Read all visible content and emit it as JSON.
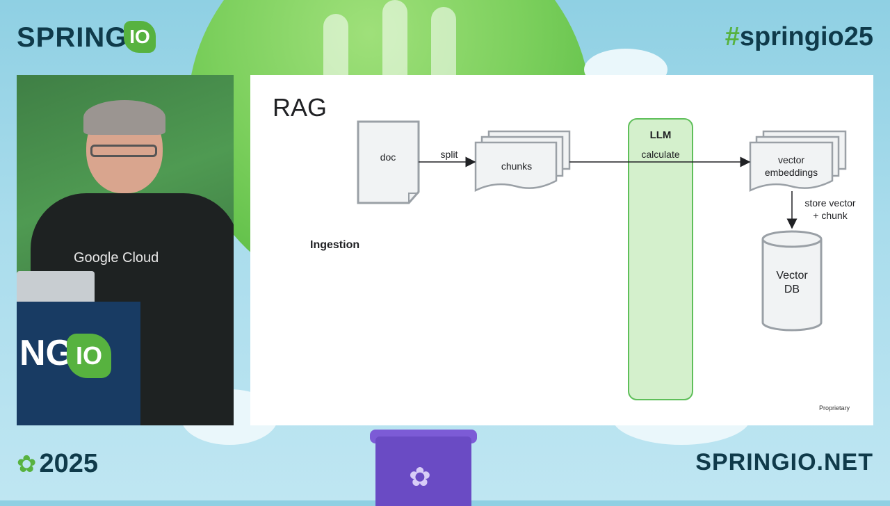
{
  "header": {
    "brand_text": "SPRING",
    "brand_badge": "IO",
    "hashtag_symbol": "#",
    "hashtag_text": "springio25"
  },
  "footer": {
    "year": "2025",
    "site": "SPRINGIO.NET"
  },
  "speaker": {
    "shirt_text": "Google Cloud",
    "lectern_text": "NG",
    "lectern_badge": "IO"
  },
  "slide": {
    "title": "RAG",
    "section_label": "Ingestion",
    "nodes": {
      "doc": "doc",
      "chunks": "chunks",
      "llm_title": "LLM",
      "llm_sub": "calculate",
      "vector_embeddings_1": "vector",
      "vector_embeddings_2": "embeddings",
      "vector_db_1": "Vector",
      "vector_db_2": "DB"
    },
    "edges": {
      "split": "split",
      "store_1": "store vector",
      "store_2": "+ chunk"
    },
    "footer_note": "Proprietary"
  },
  "colors": {
    "brand_green": "#57b23f",
    "navy": "#0f3a4a",
    "llm_fill": "#d4f0cc",
    "llm_stroke": "#5fbf5a",
    "node_stroke": "#9aa0a6",
    "node_fill": "#f1f3f4"
  }
}
